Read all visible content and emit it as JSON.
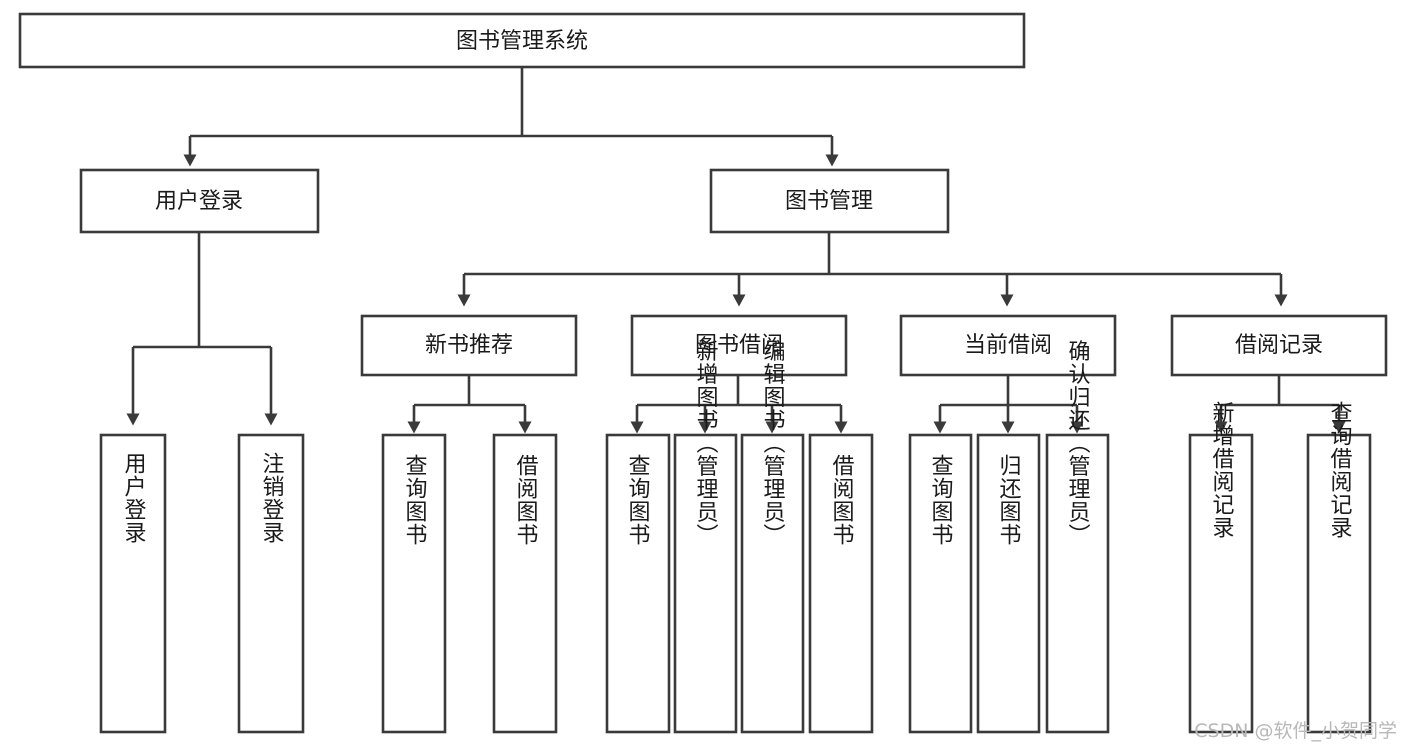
{
  "diagram": {
    "title": "图书管理系统",
    "type": "tree-hierarchy-chart",
    "orientation": "top-down",
    "colors": {
      "box_fill": "#ffffff",
      "box_stroke": "#3a3a3a",
      "text": "#1a1a1a",
      "background": "#ffffff",
      "watermark": "#b8b8b8"
    },
    "root": {
      "id": "root",
      "label": "图书管理系统"
    },
    "level2": [
      {
        "id": "user-login",
        "label": "用户登录"
      },
      {
        "id": "book-manage",
        "label": "图书管理"
      }
    ],
    "level3": [
      {
        "id": "new-book-recommend",
        "label": "新书推荐"
      },
      {
        "id": "book-borrow",
        "label": "图书借阅"
      },
      {
        "id": "current-borrow",
        "label": "当前借阅"
      },
      {
        "id": "borrow-record",
        "label": "借阅记录"
      }
    ],
    "leaves": {
      "user-login": [
        {
          "id": "leaf-user-login",
          "label": "用户登录"
        },
        {
          "id": "leaf-logout-login",
          "label": "注销登录"
        }
      ],
      "new-book-recommend": [
        {
          "id": "leaf-query-book-1",
          "label": "查询图书"
        },
        {
          "id": "leaf-borrow-book-1",
          "label": "借阅图书"
        }
      ],
      "book-borrow": [
        {
          "id": "leaf-query-book-2",
          "label": "查询图书"
        },
        {
          "id": "leaf-add-book",
          "label": "新增图书（管理员）"
        },
        {
          "id": "leaf-edit-book",
          "label": "编辑图书（管理员）"
        },
        {
          "id": "leaf-borrow-book-2",
          "label": "借阅图书"
        }
      ],
      "current-borrow": [
        {
          "id": "leaf-query-book-3",
          "label": "查询图书"
        },
        {
          "id": "leaf-return-book",
          "label": "归还图书"
        },
        {
          "id": "leaf-confirm-return",
          "label": "确认归还（管理员）"
        }
      ],
      "borrow-record": [
        {
          "id": "leaf-add-record",
          "label": "新增借阅记录"
        },
        {
          "id": "leaf-query-record",
          "label": "查询借阅记录"
        }
      ]
    }
  },
  "watermark": {
    "text": "CSDN @软件_小贺同学"
  }
}
